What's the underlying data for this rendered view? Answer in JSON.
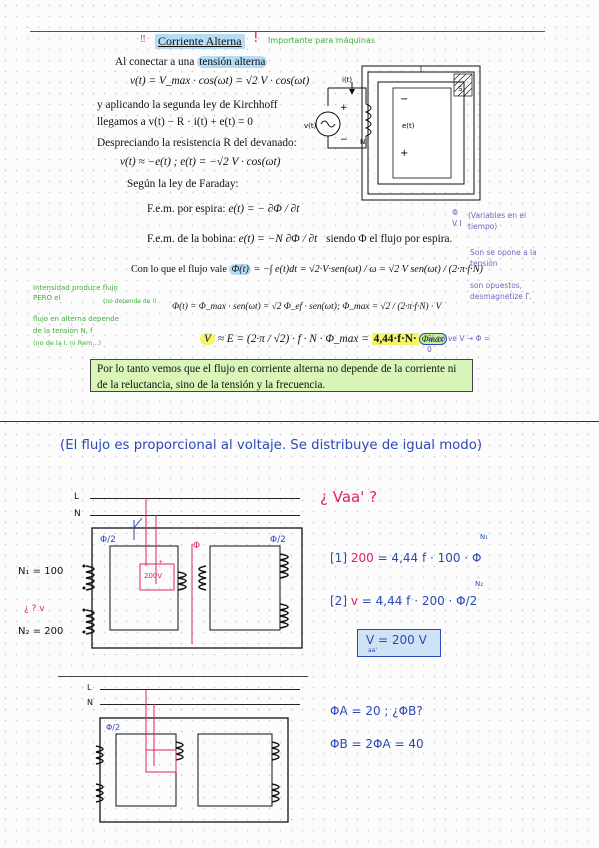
{
  "top": {
    "title": "Corriente Alterna",
    "note_importante": "Importante para máquinas",
    "intro_prefix": "Al conectar a una",
    "intro_highlight": "tensión alterna",
    "eq_v": "v(t) = V_max · cos(ωt) = √2 V · cos(ωt)",
    "kirchhoff_line1": "y aplicando la segunda ley de Kirchhoff",
    "kirchhoff_line2": "llegamos a  v(t) − R · i(t) + e(t) = 0",
    "desprecio": "Despreciando la resistencia R del devanado:",
    "eq_e": "v(t) ≈ −e(t) ;  e(t) = −√2 V · cos(ωt)",
    "faraday": "Según la ley de Faraday:",
    "fem_espira_label": "F.e.m. por espira:",
    "fem_espira_eq": "e(t) = − ∂Φ / ∂t",
    "fem_bobina_label": "F.e.m. de la bobina:",
    "fem_bobina_eq": "e(t) = −N ∂Φ / ∂t",
    "fem_bobina_suffix": "siendo  Φ  el flujo por espira.",
    "flujo_prefix": "Con lo que el flujo vale",
    "flujo_phi": "Φ(t)",
    "flujo_eq": "= −∫ e(t)dt = √2·V·sen(ωt) / ω = √2 V sen(ωt) / (2·π·f·N)",
    "phi_eq": "Φ(t) = Φ_max · sen(ωt) = √2 Φ_ef · sen(ωt);  Φ_max = √2 / (2·π·f·N) · V",
    "v_letter": "V",
    "v_eq": "≈ E = (2·π / √2) · f · N · Φ_max =",
    "v_eq_result": "4,44·f·N·",
    "v_eq_phimax": "Φmax",
    "conclusion": "Por lo tanto vemos que el flujo en corriente alterna no depende de la corriente ni de la reluctancia, sino de la tensión y la frecuencia.",
    "note_right_1": "(Variables en el tiempo)",
    "note_right_letters": "Φ V I",
    "note_right_2": "Son se opone a la tensión",
    "note_right_3": "son opuestos, desmagnetize Γ.",
    "note_right_4": "Si no ve V → Φ = 0",
    "note_left_1": "Intensidad produce flujo PERO el",
    "note_left_2": "(no depende de I)",
    "note_left_3": "flujo en alterna depende",
    "note_left_4": "de la tensión  N, f",
    "note_left_5": "(no de la I, ni Rem...)",
    "circuit": {
      "v": "v(t)",
      "i": "i(t)",
      "n": "N",
      "e": "e(t)",
      "l": "l",
      "s": "S"
    }
  },
  "bottom": {
    "heading": "(El flujo es proporcional al voltaje. Se distribuye de igual modo)",
    "line_L": "L",
    "line_N": "N",
    "question_vaa": "¿ Vaa' ?",
    "phi_half_left": "Φ/2",
    "phi_center": "Φ",
    "phi_half_right": "Φ/2",
    "v200": "200V",
    "n1_label": "N₁ = 100",
    "n2_label": "N₂ = 200",
    "q_v": "¿ ? v",
    "eq1_tag": "[1]",
    "eq1_lhs": "200",
    "eq1_rhs": "= 4,44 f · 100 · Φ",
    "eq1_n": "N₁",
    "eq2_tag": "[2]",
    "eq2_lhs": "v",
    "eq2_rhs": "= 4,44 f · 200 · Φ/2",
    "eq2_n": "N₂",
    "result": "V = 200 V",
    "result_sub": "aa'",
    "phi_a": "ΦA = 20 ; ¿ΦB?",
    "phi_b": "ΦB = 2ΦA = 40",
    "phi_half_3": "Φ/2"
  }
}
